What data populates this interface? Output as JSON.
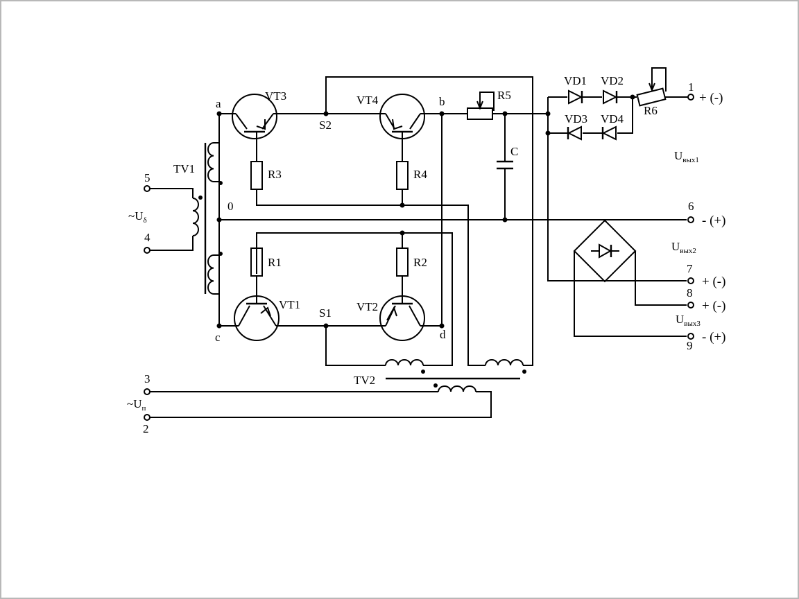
{
  "nodes": {
    "a": "a",
    "b": "b",
    "c": "c",
    "d": "d",
    "zero": "0",
    "s1": "S1",
    "s2": "S2"
  },
  "components": {
    "vt1": "VT1",
    "vt2": "VT2",
    "vt3": "VT3",
    "vt4": "VT4",
    "r1": "R1",
    "r2": "R2",
    "r3": "R3",
    "r4": "R4",
    "r5": "R5",
    "r6": "R6",
    "c": "C",
    "tv1": "TV1",
    "tv2": "TV2",
    "vd1": "VD1",
    "vd2": "VD2",
    "vd3": "VD3",
    "vd4": "VD4"
  },
  "terminals": {
    "t1": "1",
    "t2": "2",
    "t3": "3",
    "t4": "4",
    "t5": "5",
    "t6": "6",
    "t7": "7",
    "t8": "8",
    "t9": "9"
  },
  "polarities": {
    "p1": "+ (-)",
    "p6": "- (+)",
    "p7": "+ (-)",
    "p8": "+ (-)",
    "p9": "- (+)"
  },
  "voltages": {
    "u_delta": {
      "main": "~U",
      "sub": "δ"
    },
    "u_p": {
      "main": "~U",
      "sub": "п"
    },
    "u_out1": {
      "main": "U",
      "sub": "вых1"
    },
    "u_out2": {
      "main": "U",
      "sub": "вых2"
    },
    "u_out3": {
      "main": "U",
      "sub": "вых3"
    }
  }
}
